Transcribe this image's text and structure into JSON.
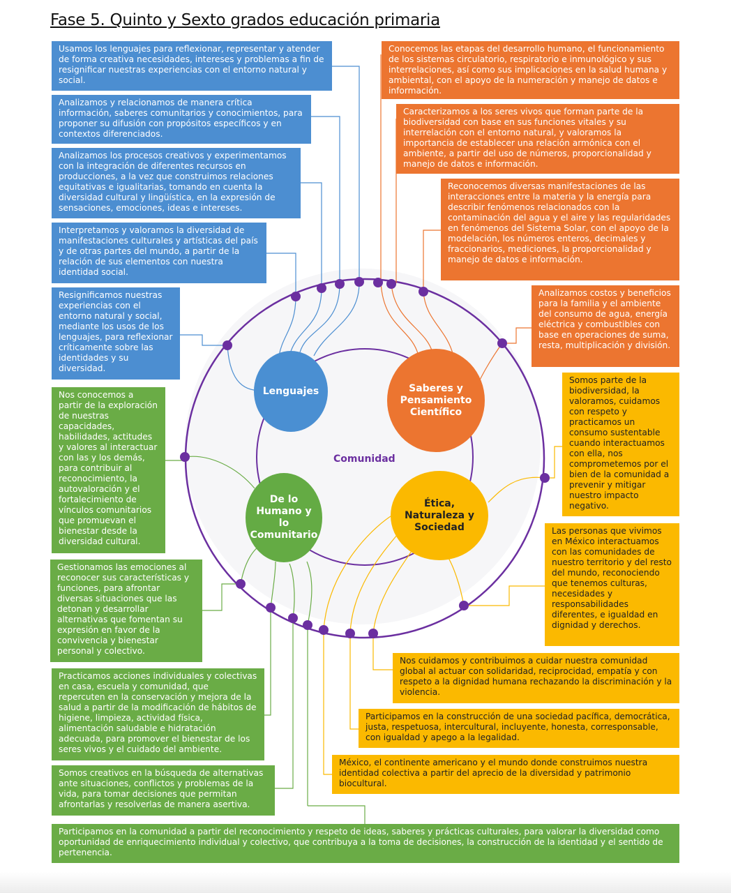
{
  "title": "Fase 5. Quinto y Sexto grados educación primaria",
  "hub": {
    "center_label": "Comunidad",
    "nodes": {
      "lenguajes": "Lenguajes",
      "saberes": "Saberes y Pensamiento Científico",
      "etica": "Ética, Naturaleza y Sociedad",
      "humano": "De lo Humano y lo Comunitario"
    }
  },
  "colors": {
    "lenguajes": "#4c8ed1",
    "saberes": "#ec7530",
    "etica": "#fbb900",
    "humano": "#6aac46",
    "ring": "#6b2fa0"
  },
  "boxes": {
    "blue": [
      "Usamos los lenguajes para reflexionar, representar y atender de forma creativa necesidades, intereses y problemas a fin de resignificar nuestras experiencias con el entorno natural y social.",
      "Analizamos y relacionamos de manera crítica información, saberes comunitarios y conocimientos, para proponer su difusión con propósitos específicos y en contextos diferenciados.",
      "Analizamos los procesos creativos y experimentamos con la integración de diferentes recursos en producciones, a la vez que construimos relaciones equitativas e igualitarias, tomando en cuenta la diversidad cultural y lingüística, en la expresión de sensaciones, emociones, ideas e intereses.",
      "Interpretamos y valoramos la diversidad de manifestaciones culturales y artísticas del país y de otras partes del mundo, a partir de la relación de sus elementos con nuestra identidad social.",
      "Resignificamos nuestras experiencias con el entorno natural y social, mediante los usos de los lenguajes, para reflexionar críticamente sobre las identidades y su diversidad."
    ],
    "orange": [
      "Conocemos las etapas del desarrollo humano, el funcionamiento de los sistemas circulatorio, respiratorio e inmunológico y sus interrelaciones, así como sus implicaciones en la salud humana y ambiental, con el apoyo de la numeración y manejo de datos e información.",
      "Caracterizamos a los seres vivos que forman parte de la biodiversidad con base en sus funciones vitales y su interrelación con el entorno natural, y valoramos la importancia de establecer una relación armónica con el ambiente, a partir del uso de números, proporcionalidad y manejo de datos e información.",
      "Reconocemos diversas manifestaciones de las interacciones entre la materia y la energía para describir fenómenos relacionados con la contaminación del agua y el aire y las regularidades en fenómenos del Sistema Solar, con el apoyo de la modelación, los números enteros, decimales y fraccionarios, mediciones, la proporcionalidad y manejo de datos e información.",
      "Analizamos costos y beneficios para la familia y el ambiente del consumo de agua, energía eléctrica y combustibles con base en operaciones de suma, resta, multiplicación y división."
    ],
    "yellow": [
      "Somos parte de la biodiversidad, la valoramos, cuidamos con respeto y practicamos un consumo sustentable cuando interactuamos con ella, nos comprometemos por el bien de la comunidad a prevenir y mitigar nuestro impacto negativo.",
      "Las personas que vivimos en México interactuamos con las comunidades de nuestro territorio y del resto del mundo, reconociendo que tenemos culturas, necesidades y responsabilidades diferentes, e igualdad en dignidad y derechos.",
      "Nos cuidamos y contribuimos a cuidar nuestra comunidad global al actuar con solidaridad, reciprocidad, empatía y con respeto a la dignidad humana rechazando la discriminación y la violencia.",
      "Participamos en la construcción de una sociedad pacífica, democrática, justa, respetuosa, intercultural, incluyente, honesta, corresponsable, con igualdad y apego a la legalidad.",
      "México, el continente americano y el mundo donde construimos nuestra identidad colectiva a partir del aprecio de la diversidad y patrimonio biocultural."
    ],
    "green": [
      "Nos conocemos a partir de la exploración de nuestras capacidades, habilidades, actitudes y valores al interactuar con las y los demás, para contribuir al reconocimiento, la autovaloración y el fortalecimiento de vínculos comunitarios que promuevan el bienestar desde la diversidad cultural.",
      "Gestionamos las emociones al reconocer sus características y funciones, para afrontar diversas situaciones que las detonan y desarrollar alternativas que fomentan su expresión en favor de la convivencia y bienestar personal y colectivo.",
      "Practicamos acciones individuales y colectivas en casa, escuela y comunidad, que repercuten en la conservación y mejora de la salud a partir de la modificación de hábitos de higiene, limpieza, actividad física, alimentación saludable e hidratación adecuada, para promover el bienestar de los seres vivos y el cuidado del ambiente.",
      "Somos creativos en la búsqueda de alternativas ante situaciones, conflictos y problemas de la vida, para tomar decisiones que permitan afrontarlas y resolverlas de manera asertiva.",
      "Participamos en la comunidad a partir del reconocimiento y respeto de ideas, saberes y prácticas culturales, para valorar la diversidad como oportunidad de enriquecimiento individual y colectivo, que contribuya a la toma de decisiones, la construcción de la identidad y el sentido de pertenencia."
    ]
  }
}
